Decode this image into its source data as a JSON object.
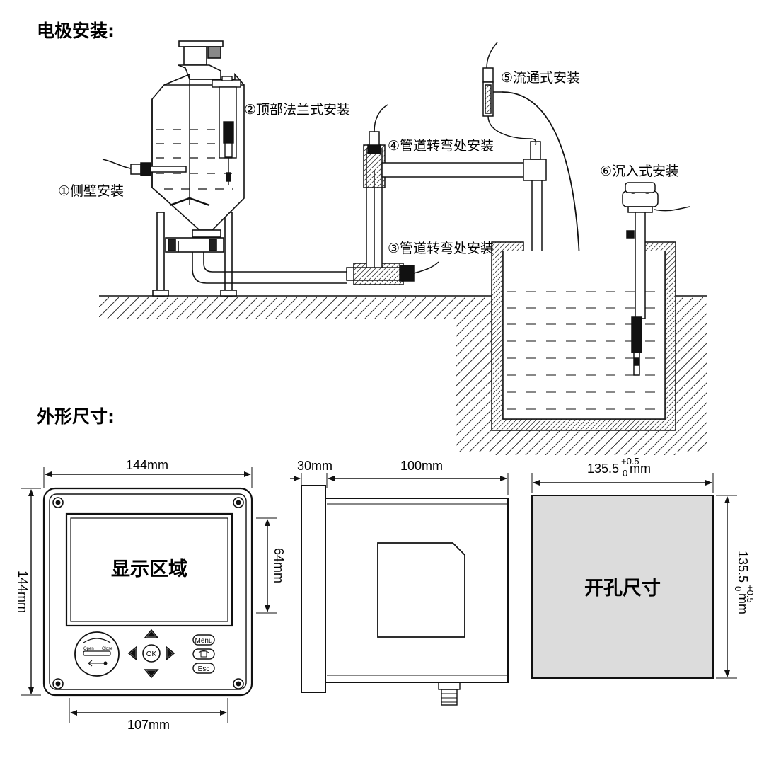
{
  "sections": {
    "installation_title": "电极安装:",
    "dimensions_title": "外形尺寸:"
  },
  "installation_labels": {
    "side_wall": "①侧壁安装",
    "top_flange": "②顶部法兰式安装",
    "pipe_bend_3": "③管道转弯处安装",
    "pipe_bend_4": "④管道转弯处安装",
    "flow_through": "⑤流通式安装",
    "immersion": "⑥沉入式安装"
  },
  "front_view": {
    "width_label": "144mm",
    "height_label": "144mm",
    "display_height_label": "64mm",
    "bottom_width_label": "107mm",
    "display_text": "显示区域",
    "buttons": {
      "menu": "Menu",
      "esc": "Esc",
      "ok": "OK",
      "open": "Open",
      "close": "Close"
    }
  },
  "side_view": {
    "panel_label": "30mm",
    "depth_label": "100mm"
  },
  "cutout_view": {
    "width_main": "135.5",
    "tol_plus": "+0.5",
    "tol_zero": "0",
    "unit": "mm",
    "height_main": "135.5",
    "text": "开孔尺寸"
  },
  "colors": {
    "line": "#1a1a1a",
    "cutout_fill": "#dcdcdc",
    "background": "#ffffff"
  }
}
